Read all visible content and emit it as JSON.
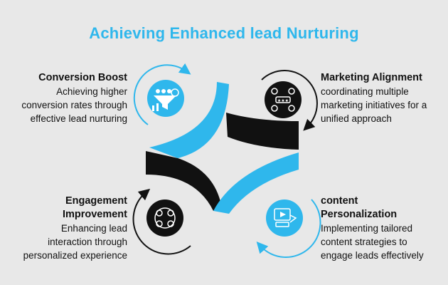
{
  "title": "Achieving Enhanced lead Nurturing",
  "colors": {
    "accent": "#2fb7ec",
    "dark": "#111111",
    "background": "#e8e8e8"
  },
  "blocks": {
    "conversion": {
      "heading": "Conversion Boost",
      "lines": [
        "Achieving higher",
        "conversion rates through",
        "effective lead nurturing"
      ],
      "icon": "funnel-dollar-icon"
    },
    "marketing": {
      "heading": "Marketing Alignment",
      "lines": [
        "coordinating multiple",
        "marketing initiatives for a",
        "unified approach"
      ],
      "icon": "team-rating-icon"
    },
    "engagement": {
      "heading_lines": [
        "Engagement",
        "Improvement"
      ],
      "lines": [
        "Enhancing lead",
        "interaction through",
        "personalized experience"
      ],
      "icon": "people-network-icon"
    },
    "content": {
      "heading_lines": [
        "content",
        "Personalization"
      ],
      "lines": [
        "Implementing tailored",
        "content strategies to",
        "engage leads effectively"
      ],
      "icon": "content-media-icon"
    }
  }
}
